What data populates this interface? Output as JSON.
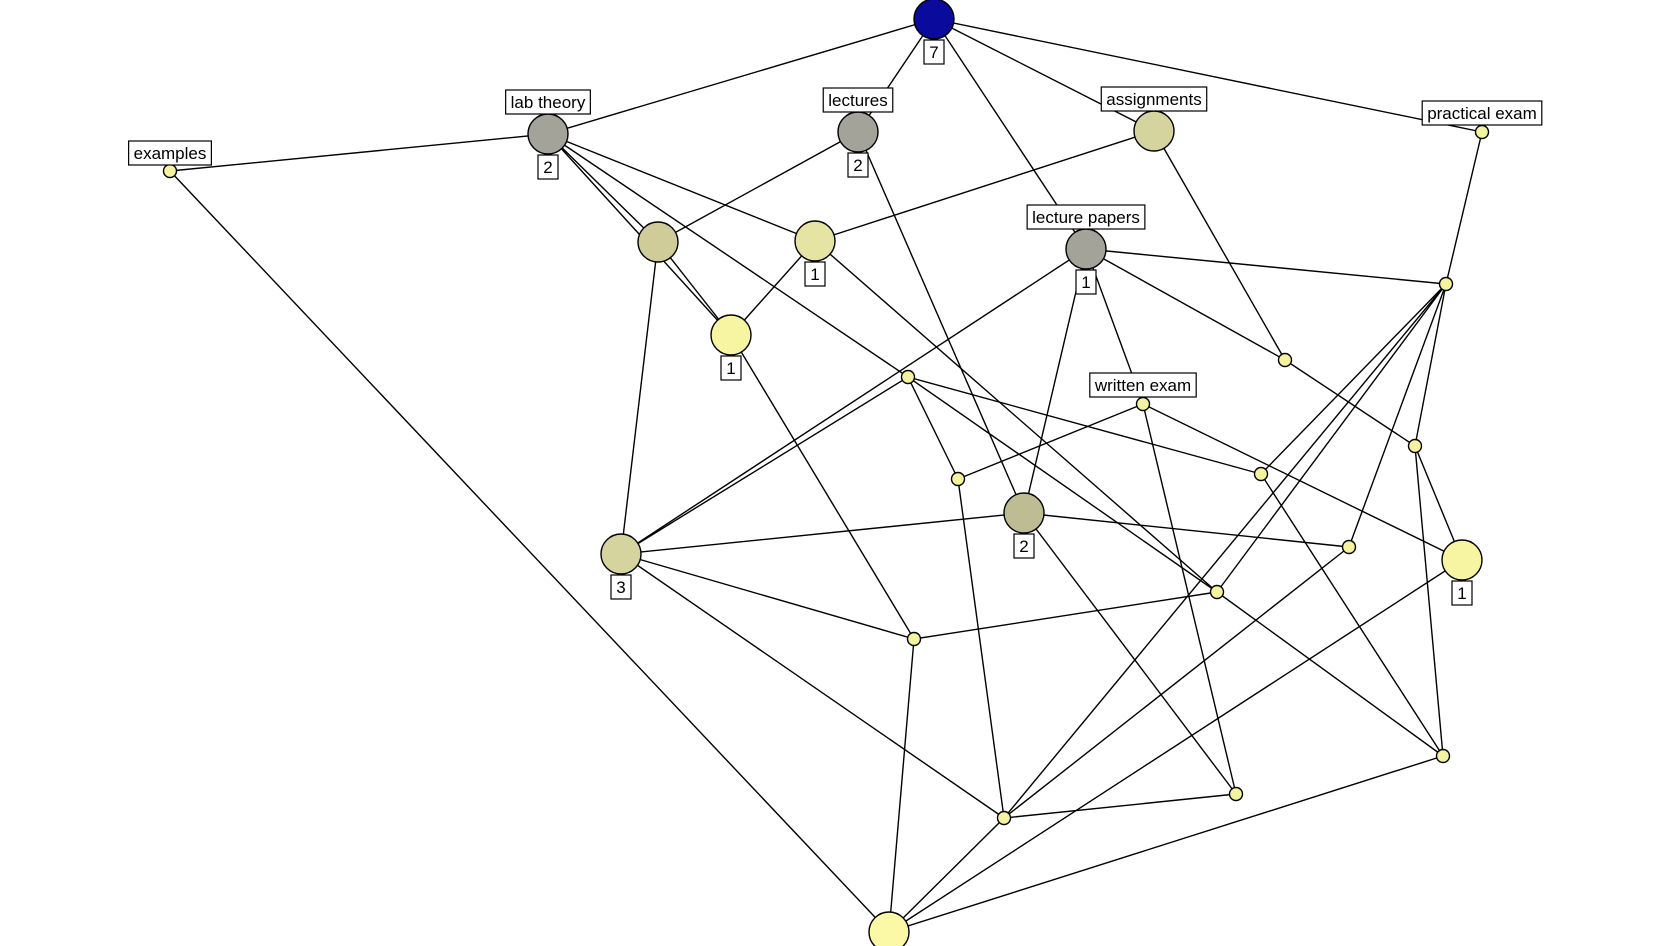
{
  "diagram": {
    "colors": {
      "edge": "#000000",
      "label_border": "#000000",
      "label_bg": "#ffffff"
    },
    "labels": {
      "examples": "examples",
      "lab_theory": "lab theory",
      "lectures": "lectures",
      "assignments": "assignments",
      "practical_exam": "practical exam",
      "lecture_papers": "lecture papers",
      "written_exam": "written exam"
    },
    "nodes": [
      {
        "id": "top",
        "fill": "#0a0a9c",
        "size": "large",
        "count": "7"
      },
      {
        "id": "lab_theory",
        "fill": "#a3a39a",
        "size": "large",
        "label_key": "lab_theory",
        "count": "2"
      },
      {
        "id": "lectures",
        "fill": "#a3a39a",
        "size": "large",
        "label_key": "lectures",
        "count": "2"
      },
      {
        "id": "assignments",
        "fill": "#d6d49e",
        "size": "large",
        "label_key": "assignments"
      },
      {
        "id": "practical_exam",
        "fill": "#f5f2a0",
        "size": "small",
        "label_key": "practical_exam"
      },
      {
        "id": "examples",
        "fill": "#f5f2a0",
        "size": "small",
        "label_key": "examples"
      },
      {
        "id": "lecture_papers",
        "fill": "#a3a39a",
        "size": "large",
        "label_key": "lecture_papers",
        "count": "1"
      },
      {
        "id": "n_a",
        "fill": "#cfcc9a",
        "size": "large"
      },
      {
        "id": "n_b",
        "fill": "#e6e4a2",
        "size": "large",
        "count": "1"
      },
      {
        "id": "n_c",
        "fill": "#f7f4a2",
        "size": "large",
        "count": "1"
      },
      {
        "id": "n_d",
        "fill": "#f5f2a0",
        "size": "small"
      },
      {
        "id": "n_e",
        "fill": "#f5f2a0",
        "size": "small"
      },
      {
        "id": "n_f",
        "fill": "#f5f2a0",
        "size": "small"
      },
      {
        "id": "written_exam",
        "fill": "#f5f2a0",
        "size": "small",
        "label_key": "written_exam"
      },
      {
        "id": "n_g",
        "fill": "#f5f2a0",
        "size": "small"
      },
      {
        "id": "n_h",
        "fill": "#f5f2a0",
        "size": "small"
      },
      {
        "id": "n_i",
        "fill": "#bebc93",
        "size": "large",
        "count": "2"
      },
      {
        "id": "n_j",
        "fill": "#d6d49e",
        "size": "large",
        "count": "3"
      },
      {
        "id": "n_k",
        "fill": "#f5f2a0",
        "size": "small"
      },
      {
        "id": "n_l",
        "fill": "#f7f4a2",
        "size": "large",
        "count": "1"
      },
      {
        "id": "n_m",
        "fill": "#f5f2a0",
        "size": "small"
      },
      {
        "id": "n_n",
        "fill": "#f5f2a0",
        "size": "small"
      },
      {
        "id": "n_o",
        "fill": "#f5f2a0",
        "size": "small"
      },
      {
        "id": "n_p",
        "fill": "#f5f2a0",
        "size": "small"
      },
      {
        "id": "n_q",
        "fill": "#f5f2a0",
        "size": "small"
      },
      {
        "id": "n_r",
        "fill": "#f5f2a0",
        "size": "small"
      },
      {
        "id": "bottom",
        "fill": "#fbf8a6",
        "size": "large"
      }
    ],
    "edges": [
      [
        "top",
        "lab_theory"
      ],
      [
        "top",
        "lectures"
      ],
      [
        "top",
        "assignments"
      ],
      [
        "top",
        "practical_exam"
      ],
      [
        "top",
        "lecture_papers"
      ],
      [
        "examples",
        "lab_theory"
      ],
      [
        "examples",
        "bottom"
      ],
      [
        "lab_theory",
        "n_a"
      ],
      [
        "lab_theory",
        "n_b"
      ],
      [
        "lab_theory",
        "n_c"
      ],
      [
        "lab_theory",
        "n_d"
      ],
      [
        "lectures",
        "n_a"
      ],
      [
        "lectures",
        "n_i"
      ],
      [
        "assignments",
        "n_b"
      ],
      [
        "assignments",
        "n_f"
      ],
      [
        "practical_exam",
        "n_e"
      ],
      [
        "lecture_papers",
        "n_e"
      ],
      [
        "lecture_papers",
        "n_j"
      ],
      [
        "lecture_papers",
        "n_i"
      ],
      [
        "lecture_papers",
        "n_f"
      ],
      [
        "lecture_papers",
        "written_exam"
      ],
      [
        "n_a",
        "n_c"
      ],
      [
        "n_a",
        "n_j"
      ],
      [
        "n_b",
        "n_c"
      ],
      [
        "n_b",
        "n_n"
      ],
      [
        "n_c",
        "n_o"
      ],
      [
        "n_f",
        "n_g"
      ],
      [
        "n_e",
        "n_n"
      ],
      [
        "n_e",
        "n_k"
      ],
      [
        "n_e",
        "n_g"
      ],
      [
        "n_e",
        "n_p"
      ],
      [
        "n_e",
        "n_m"
      ],
      [
        "n_d",
        "n_j"
      ],
      [
        "n_d",
        "n_n"
      ],
      [
        "n_d",
        "n_h"
      ],
      [
        "n_d",
        "n_m"
      ],
      [
        "written_exam",
        "n_h"
      ],
      [
        "written_exam",
        "n_l"
      ],
      [
        "written_exam",
        "n_q"
      ],
      [
        "n_h",
        "n_p"
      ],
      [
        "n_g",
        "n_l"
      ],
      [
        "n_g",
        "n_r"
      ],
      [
        "n_i",
        "n_j"
      ],
      [
        "n_i",
        "n_k"
      ],
      [
        "n_i",
        "n_q"
      ],
      [
        "n_j",
        "n_o"
      ],
      [
        "n_j",
        "n_p"
      ],
      [
        "n_k",
        "n_p"
      ],
      [
        "n_m",
        "n_r"
      ],
      [
        "n_l",
        "bottom"
      ],
      [
        "n_n",
        "n_o"
      ],
      [
        "n_n",
        "n_r"
      ],
      [
        "n_o",
        "bottom"
      ],
      [
        "n_p",
        "bottom"
      ],
      [
        "n_p",
        "n_q"
      ],
      [
        "n_r",
        "bottom"
      ]
    ]
  }
}
